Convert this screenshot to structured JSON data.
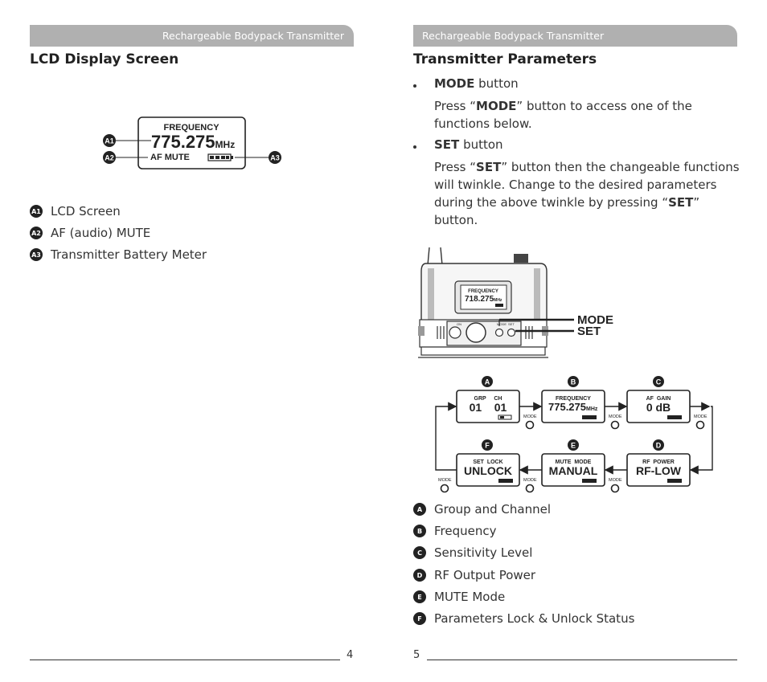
{
  "left_page": {
    "header": "Rechargeable Bodypack Transmitter",
    "title": "LCD Display Screen",
    "lcd": {
      "label": "FREQUENCY",
      "freq": "775.275",
      "unit": "MHz",
      "mute": "AF MUTE",
      "markers": [
        "A1",
        "A2",
        "A3"
      ]
    },
    "legend": [
      {
        "marker": "A1",
        "text": "LCD Screen"
      },
      {
        "marker": "A2",
        "text": "AF (audio) MUTE"
      },
      {
        "marker": "A3",
        "text": "Transmitter Battery Meter"
      }
    ],
    "page_number": "4"
  },
  "right_page": {
    "header": "Rechargeable Bodypack Transmitter",
    "title": "Transmitter Parameters",
    "mode": {
      "bold": "MODE",
      "rest": " button",
      "desc_pre": "Press “",
      "desc_bold": "MODE",
      "desc_post": "” button to access one of the functions below."
    },
    "set": {
      "bold": "SET",
      "rest": " button",
      "desc_pre": "Press “",
      "desc_bold": "SET",
      "desc_mid": "” button then the changeable functions will twinkle. Change to the desired parameters during the above twinkle by pressing “",
      "desc_bold2": "SET",
      "desc_post": "” button."
    },
    "device": {
      "lcd_label": "FREQUENCY",
      "lcd_freq": "718.275",
      "lcd_unit": "MHz",
      "small_labels": [
        "ON",
        "MODE",
        "SET"
      ],
      "callout_mode": "MODE",
      "callout_set": "SET"
    },
    "flow": {
      "mode_label": "MODE",
      "boxes": [
        {
          "marker": "A",
          "line1": "GRP     CH",
          "line2": "01    01"
        },
        {
          "marker": "B",
          "line1": "FREQUENCY",
          "line2": "775.275",
          "unit": "MHz"
        },
        {
          "marker": "C",
          "line1": "AF  GAIN",
          "line2": "0 dB"
        },
        {
          "marker": "D",
          "line1": "RF  POWER",
          "line2": "RF-LOW"
        },
        {
          "marker": "E",
          "line1": "MUTE  MODE",
          "line2": "MANUAL"
        },
        {
          "marker": "F",
          "line1": "SET  LOCK",
          "line2": "UNLOCK"
        }
      ]
    },
    "legend": [
      {
        "marker": "A",
        "text": "Group and Channel"
      },
      {
        "marker": "B",
        "text": "Frequency"
      },
      {
        "marker": "C",
        "text": "Sensitivity Level"
      },
      {
        "marker": "D",
        "text": "RF Output Power"
      },
      {
        "marker": "E",
        "text": "MUTE Mode"
      },
      {
        "marker": "F",
        "text": "Parameters Lock & Unlock Status"
      }
    ],
    "page_number": "5"
  }
}
